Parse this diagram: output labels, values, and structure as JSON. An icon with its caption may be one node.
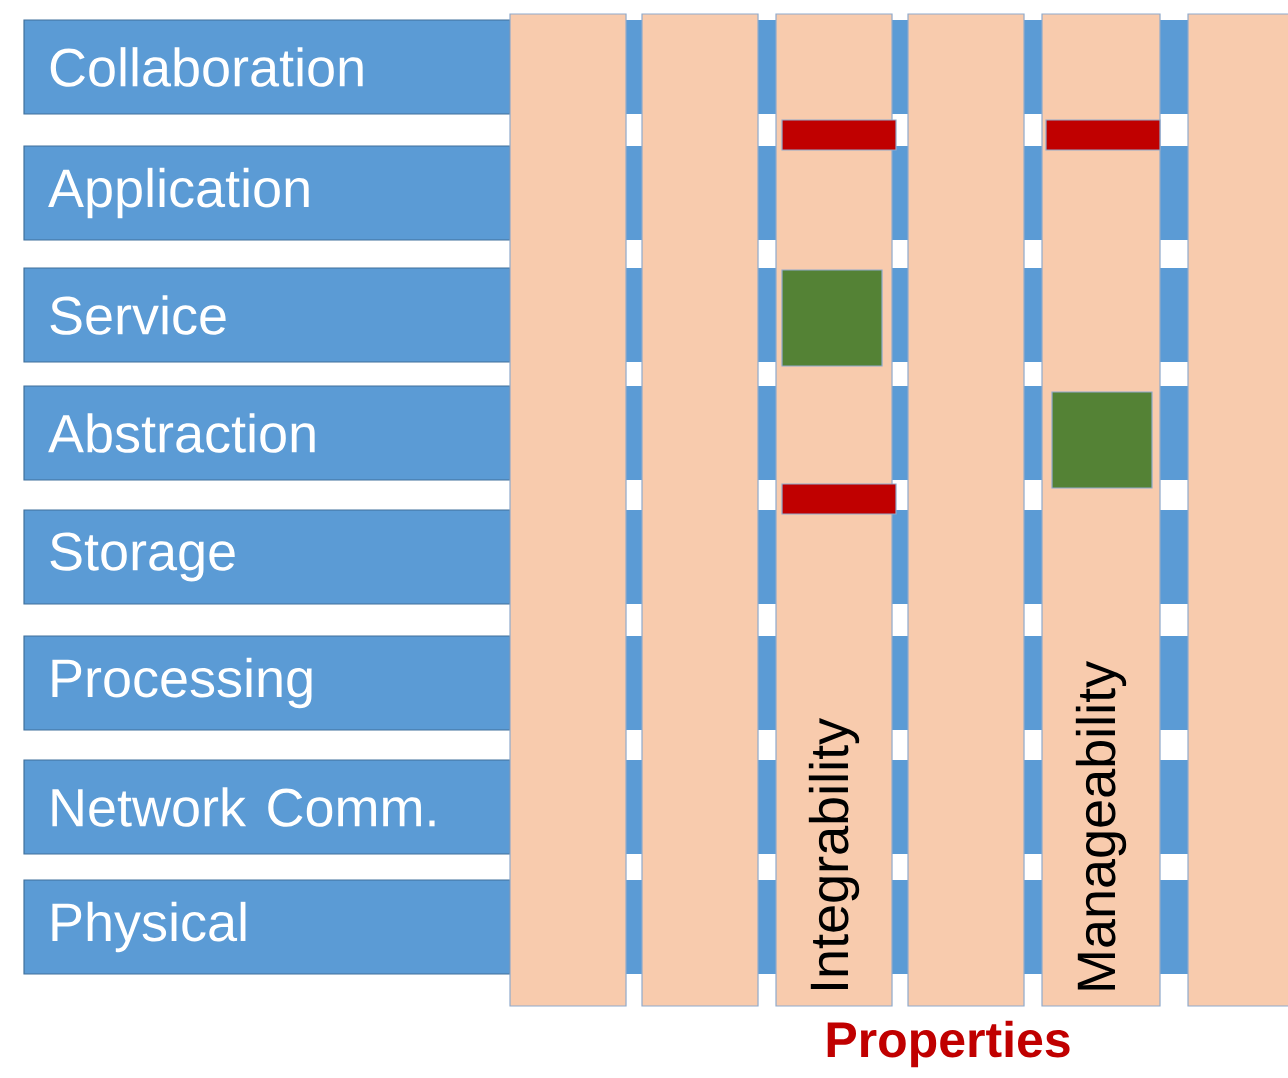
{
  "diagram": {
    "nodes": [
      {
        "text": [
          "Collaboration"
        ]
      },
      {
        "text": [
          "Application"
        ]
      },
      {
        "text": [
          "Service"
        ]
      },
      {
        "text": [
          "Abstraction"
        ]
      },
      {
        "text": [
          "Storage"
        ]
      },
      {
        "text": [
          "Processing"
        ]
      },
      {
        "text": [
          "Network Comm."
        ]
      },
      {
        "text": [
          "Physical"
        ]
      },
      {
        "text": [],
        "shape": "bar"
      },
      {
        "text": [],
        "shape": "bar"
      },
      {
        "text": [
          "Integrability"
        ]
      },
      {
        "text": [],
        "shape": "bar"
      },
      {
        "text": [
          "Manageability"
        ]
      },
      {
        "text": [],
        "shape": "bar"
      },
      {
        "text": [],
        "shape": "bar",
        "in": 10
      },
      {
        "text": [],
        "shape": "box",
        "in": 10
      },
      {
        "text": [],
        "shape": "bar",
        "in": 10
      },
      {
        "text": [],
        "shape": "bar",
        "in": 12
      },
      {
        "text": [],
        "shape": "box",
        "in": 12
      }
    ],
    "labels": [
      "Properties"
    ]
  }
}
